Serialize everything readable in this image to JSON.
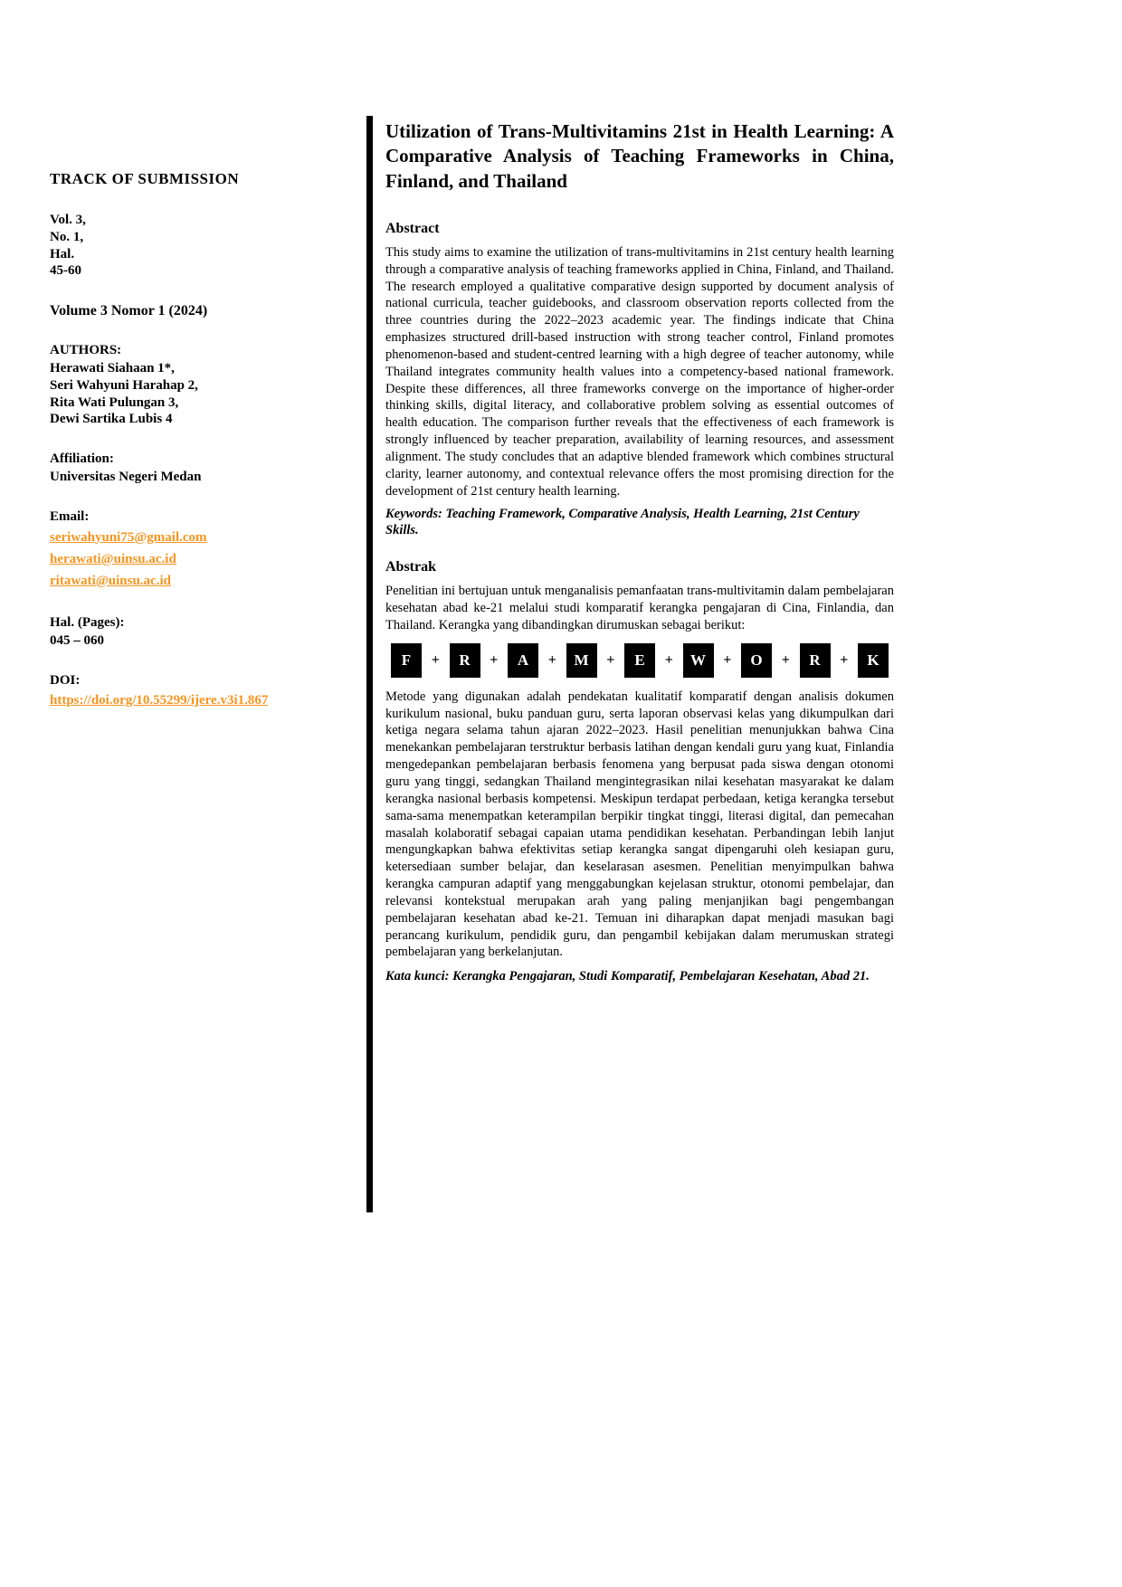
{
  "colors": {
    "accent_orange": "#F7941E",
    "text_black": "#000000"
  },
  "sidebar": {
    "track_title": "TRACK OF SUBMISSION",
    "issue_lines": [
      "Vol. 3,",
      "No. 1,",
      "Hal.",
      "45-60"
    ],
    "volume_line": "Volume 3 Nomor 1 (2024)",
    "authors_heading": "AUTHORS:",
    "authors": [
      "Herawati Siahaan 1*,",
      "Seri Wahyuni Harahap 2,",
      "Rita Wati Pulungan 3,",
      "Dewi Sartika Lubis 4"
    ],
    "affiliation_heading": "Affiliation:",
    "affiliation_line": "Universitas Negeri Medan",
    "email_heading": "Email:",
    "emails": [
      "seriwahyuni75@gmail.com",
      "herawati@uinsu.ac.id",
      "ritawati@uinsu.ac.id"
    ],
    "pages_heading": "Hal. (Pages):",
    "pages_value": "045 – 060",
    "doi_heading": "DOI:",
    "doi_link": "https://doi.org/10.55299/ijere.v3i1.867"
  },
  "main": {
    "title": "Utilization of Trans-Multivitamins 21st in Health Learning: A Comparative Analysis of Teaching Frameworks in China, Finland, and Thailand",
    "abstract_heading": "Abstract",
    "abstract_text": "This study aims to examine the utilization of trans-multivitamins in 21st century health learning through a comparative analysis of teaching frameworks applied in China, Finland, and Thailand. The research employed a qualitative comparative design supported by document analysis of national curricula, teacher guidebooks, and classroom observation reports collected from the three countries during the 2022–2023 academic year. The findings indicate that China emphasizes structured drill-based instruction with strong teacher control, Finland promotes phenomenon-based and student-centred learning with a high degree of teacher autonomy, while Thailand integrates community health values into a competency-based national framework. Despite these differences, all three frameworks converge on the importance of higher-order thinking skills, digital literacy, and collaborative problem solving as essential outcomes of health education. The comparison further reveals that the effectiveness of each framework is strongly influenced by teacher preparation, availability of learning resources, and assessment alignment. The study concludes that an adaptive blended framework which combines structural clarity, learner autonomy, and contextual relevance offers the most promising direction for the development of 21st century health learning.",
    "keywords_line": "Keywords: Teaching Framework, Comparative Analysis, Health Learning, 21st Century Skills.",
    "abstrak_heading": "Abstrak",
    "abstrak_intro": "Penelitian ini bertujuan untuk menganalisis pemanfaatan trans-multivitamin dalam pembelajaran kesehatan abad ke-21 melalui studi komparatif kerangka pengajaran di Cina, Finlandia, dan Thailand. Kerangka yang dibandingkan dirumuskan sebagai berikut:",
    "formula": {
      "tokens": [
        "F",
        "R",
        "A",
        "M",
        "E",
        "W",
        "O",
        "R",
        "K"
      ],
      "separator": "+"
    },
    "abstrak_body": "Metode yang digunakan adalah pendekatan kualitatif komparatif dengan analisis dokumen kurikulum nasional, buku panduan guru, serta laporan observasi kelas yang dikumpulkan dari ketiga negara selama tahun ajaran 2022–2023. Hasil penelitian menunjukkan bahwa Cina menekankan pembelajaran terstruktur berbasis latihan dengan kendali guru yang kuat, Finlandia mengedepankan pembelajaran berbasis fenomena yang berpusat pada siswa dengan otonomi guru yang tinggi, sedangkan Thailand mengintegrasikan nilai kesehatan masyarakat ke dalam kerangka nasional berbasis kompetensi. Meskipun terdapat perbedaan, ketiga kerangka tersebut sama-sama menempatkan keterampilan berpikir tingkat tinggi, literasi digital, dan pemecahan masalah kolaboratif sebagai capaian utama pendidikan kesehatan. Perbandingan lebih lanjut mengungkapkan bahwa efektivitas setiap kerangka sangat dipengaruhi oleh kesiapan guru, ketersediaan sumber belajar, dan keselarasan asesmen. Penelitian menyimpulkan bahwa kerangka campuran adaptif yang menggabungkan kejelasan struktur, otonomi pembelajar, dan relevansi kontekstual merupakan arah yang paling menjanjikan bagi pengembangan pembelajaran kesehatan abad ke-21. Temuan ini diharapkan dapat menjadi masukan bagi perancang kurikulum, pendidik guru, dan pengambil kebijakan dalam merumuskan strategi pembelajaran yang berkelanjutan.",
    "katakunci_line": "Kata kunci: Kerangka Pengajaran, Studi Komparatif, Pembelajaran Kesehatan, Abad 21."
  }
}
